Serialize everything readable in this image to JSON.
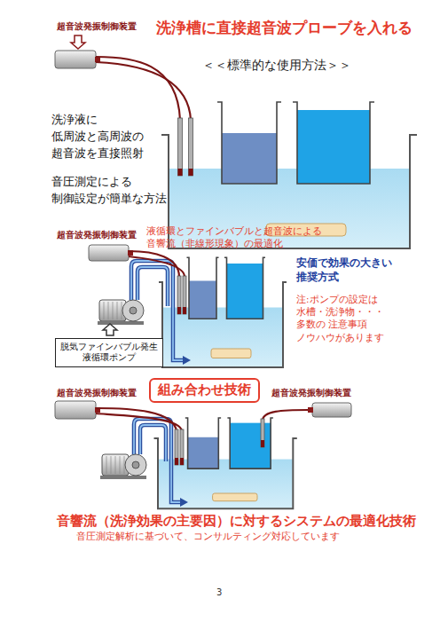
{
  "diagram": {
    "nodes": [
      {
        "text": [
          "脱気ファインバブル発生 液循環ポンプ"
        ]
      },
      {
        "text": [
          "組み合わせ技術"
        ]
      }
    ],
    "labels": [
      "超音波発振制御装置",
      "洗浄槽に直接超音波プローブを入れる",
      "＜＜標準的な使用方法＞＞",
      "洗浄液に 低周波と高周波の 超音波を直接照射",
      "音圧測定による 制御設定が簡単な方法",
      "超音波発振制御装置",
      "液循環とファインバブルと超音波による 音響流（非線形現象）の最適化",
      "安価で効果の大きい 推奨方式",
      "注:ポンプの設定は 水槽・洗浄物・・・ 多数の 注意事項 ノウハウがあります",
      "超音波発振制御装置",
      "超音波発振制御装置",
      "音響流（洗浄効果の主要因）に対するシステムの最適化技術",
      "音圧測定解析に基づいて、コンサルティング対応しています",
      "3"
    ]
  }
}
